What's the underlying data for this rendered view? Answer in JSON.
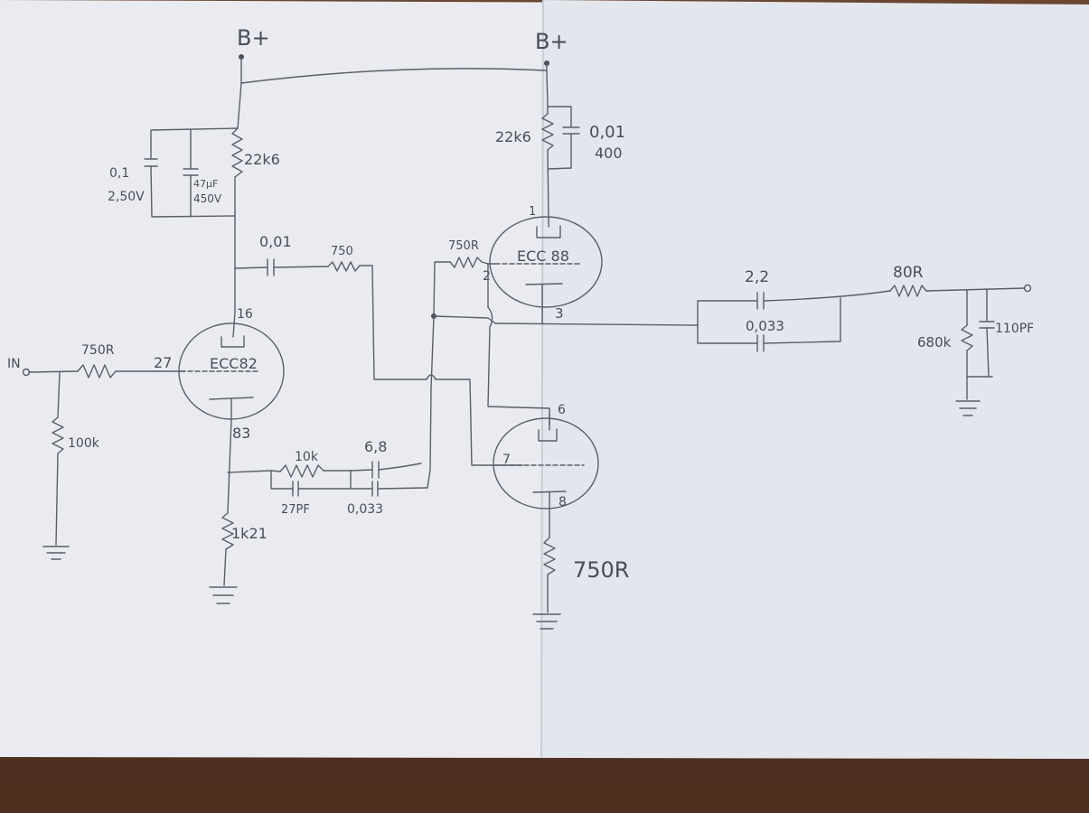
{
  "schematic": {
    "supply_left": "B+",
    "supply_right": "B+",
    "input_label": "IN",
    "input_resistor": "750R",
    "input_pin": "27",
    "grid_leak_resistor": "100k",
    "v1_tube": "ECC82",
    "v1_anode_pin": "16",
    "v1_cathode_pin": "83",
    "v1_plate_resistor": "22k6",
    "cap_01_left_value": "0,1",
    "cap_01_left_voltage": "2,50V",
    "cap_47_value": "47μF",
    "cap_47_voltage": "450V",
    "coupling_cap": "0,01",
    "coupling_resistor": "750",
    "v2_tube": "ECC 88",
    "v2_anode_pin": "1",
    "v2_grid_pin": "2",
    "v2_cathode_pin": "3",
    "v2_grid_resistor": "750R",
    "v2_plate_resistor": "22k6",
    "v2_plate_cap_value": "0,01",
    "v2_plate_cap_voltage": "400",
    "v3_anode_pin": "6",
    "v3_grid_pin": "7",
    "v3_cathode_pin": "8",
    "v3_cathode_resistor": "750R",
    "fb_resistor": "10k",
    "fb_cap_small": "27PF",
    "fb_cap_big": "6,8",
    "fb_cap_film": "0,033",
    "v1_cathode_resistor": "1k21",
    "out_cap_top": "2,2",
    "out_cap_bottom": "0,033",
    "out_resistor": "80R",
    "load_resistor": "680k",
    "load_cap": "110PF"
  }
}
